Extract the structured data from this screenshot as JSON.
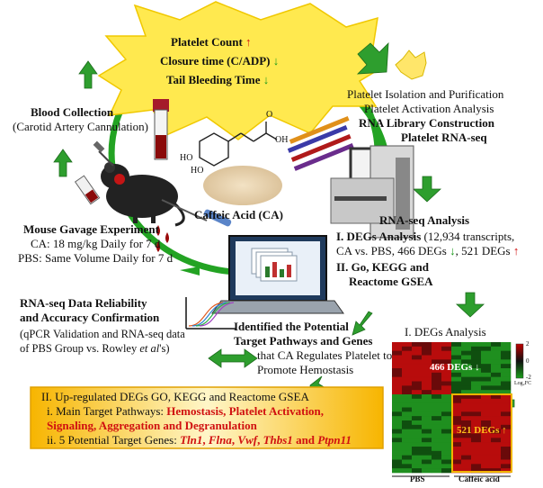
{
  "burst": {
    "line1": "Platelet Count",
    "line2": "Closure time (C/ADP)",
    "line3": "Tail Bleeding Time",
    "up_arrow": "↑",
    "down_arrow": "↓"
  },
  "blood_collection": {
    "title": "Blood Collection",
    "subtitle": "(Carotid Artery Cannulation)"
  },
  "platelet_steps": {
    "line1": "Platelet Isolation and Purification",
    "line2": "Platelet Activation Analysis",
    "line3": "RNA Library Construction",
    "line4": "Platelet RNA-seq"
  },
  "compound": {
    "label": "Caffeic Acid (CA)",
    "atom_oh": "OH",
    "atom_o": "O",
    "atom_ho1": "HO",
    "atom_ho2": "HO"
  },
  "gavage": {
    "title": "Mouse Gavage Experiment",
    "line1": "CA: 18 mg/kg Daily for 7 d",
    "line2": "PBS: Same Volume Daily for 7 d"
  },
  "rnaseq": {
    "title": "RNA-seq Analysis",
    "deg_label": "I. DEGs Analysis",
    "deg_text": "(12,934 transcripts,",
    "deg_line2": "CA vs. PBS, 466 DEGs",
    "deg_mid": ", 521 DEGs",
    "go_line1": "II. Go, KEGG and",
    "go_line2": "Reactome GSEA",
    "up_arrow": "↑",
    "down_arrow": "↓"
  },
  "reliability": {
    "title1": "RNA-seq Data Reliability",
    "title2": "and Accuracy Confirmation",
    "line1": "(qPCR Validation and RNA-seq data",
    "line2_a": "of PBS Group vs. Rowley ",
    "line2_b": "et al",
    "line2_c": "'s)"
  },
  "target": {
    "title1": "Identified the Potential",
    "title2": "Target Pathways and Genes",
    "line1": "that CA Regulates Platelet to",
    "line2": "Promote Hemostasis"
  },
  "heatmap": {
    "title": "I. DEGs Analysis",
    "down_label": "466 DEGs ↓",
    "up_label": "521 DEGs ↑",
    "group1": "PBS",
    "group2": "Caffeic acid",
    "scale_max": "2",
    "scale_mid": "0",
    "scale_min": "-2",
    "scale_title": "Log₂FC"
  },
  "summary": {
    "title": "II. Up-regulated DEGs GO, KEGG and Reactome GSEA",
    "pathways_label": "i. Main Target Pathways: ",
    "pathways_value1": "Hemostasis, Platelet Activation,",
    "pathways_value2": "Signaling, Aggregation and Degranulation",
    "genes_label": "ii. 5 Potential Target Genes: ",
    "gene1": "Tln1",
    "gene2": "Flna",
    "gene3": "Vwf",
    "gene4": "Thbs1",
    "gene5": "Ptpn11",
    "sep": ", ",
    "and": " and "
  },
  "colors": {
    "cycle_green": "#23a323",
    "arrow_green": "#2e9e2e",
    "burst_yellow": "#ffe94f",
    "box_orange": "#f3b400",
    "box_light": "#fff3b0",
    "highlight_red": "#d01010",
    "heat_red": "#b80c0c",
    "heat_green": "#1f8f1f"
  }
}
